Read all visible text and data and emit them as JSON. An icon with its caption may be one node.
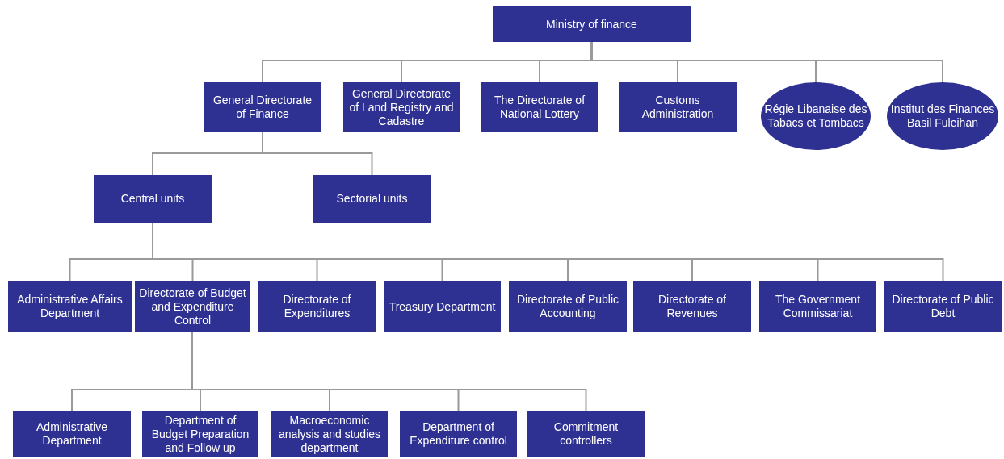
{
  "diagram": {
    "nodes": [
      {
        "text": [
          "Ministry of finance"
        ]
      },
      {
        "text": [
          "General Directorate of Finance"
        ]
      },
      {
        "text": [
          "General Directorate of Land Registry and Cadastre"
        ]
      },
      {
        "text": [
          "The Directorate of National Lottery"
        ]
      },
      {
        "text": [
          "Customs Administration"
        ]
      },
      {
        "text": [
          "Régie Libanaise des Tabacs et Tombacs"
        ]
      },
      {
        "text": [
          "Institut des Finances Basil Fuleihan"
        ]
      },
      {
        "text": [
          "Central units"
        ]
      },
      {
        "text": [
          "Sectorial units"
        ]
      },
      {
        "text": [
          "Administrative Affairs Department"
        ]
      },
      {
        "text": [
          "Directorate of Budget and Expenditure Control"
        ]
      },
      {
        "text": [
          "Directorate of Expenditures"
        ]
      },
      {
        "text": [
          "Treasury Department"
        ]
      },
      {
        "text": [
          "Directorate of Public Accounting"
        ]
      },
      {
        "text": [
          "Directorate of Revenues"
        ]
      },
      {
        "text": [
          "The Government Commissariat"
        ]
      },
      {
        "text": [
          "Directorate of Public Debt"
        ]
      },
      {
        "text": [
          "Administrative Department"
        ]
      },
      {
        "text": [
          "Department of Budget Preparation and Follow up"
        ]
      },
      {
        "text": [
          "Macroeconomic analysis and studies department"
        ]
      },
      {
        "text": [
          "Department of Expenditure control"
        ]
      },
      {
        "text": [
          "Commitment controllers"
        ]
      }
    ],
    "edges": [
      {
        "from": 0,
        "to": 1,
        "arrow": "none"
      },
      {
        "from": 0,
        "to": 2,
        "arrow": "none"
      },
      {
        "from": 0,
        "to": 3,
        "arrow": "none"
      },
      {
        "from": 0,
        "to": 4,
        "arrow": "none"
      },
      {
        "from": 0,
        "to": 5,
        "arrow": "none"
      },
      {
        "from": 0,
        "to": 6,
        "arrow": "none"
      },
      {
        "from": 1,
        "to": 7,
        "arrow": "none"
      },
      {
        "from": 1,
        "to": 8,
        "arrow": "none"
      },
      {
        "from": 7,
        "to": 9,
        "arrow": "none"
      },
      {
        "from": 7,
        "to": 10,
        "arrow": "none"
      },
      {
        "from": 7,
        "to": 11,
        "arrow": "none"
      },
      {
        "from": 7,
        "to": 12,
        "arrow": "none"
      },
      {
        "from": 7,
        "to": 13,
        "arrow": "none"
      },
      {
        "from": 7,
        "to": 14,
        "arrow": "none"
      },
      {
        "from": 7,
        "to": 15,
        "arrow": "none"
      },
      {
        "from": 7,
        "to": 16,
        "arrow": "none"
      },
      {
        "from": 10,
        "to": 17,
        "arrow": "none"
      },
      {
        "from": 10,
        "to": 18,
        "arrow": "none"
      },
      {
        "from": 10,
        "to": 19,
        "arrow": "none"
      },
      {
        "from": 10,
        "to": 20,
        "arrow": "none"
      },
      {
        "from": 10,
        "to": 21,
        "arrow": "none"
      }
    ]
  }
}
